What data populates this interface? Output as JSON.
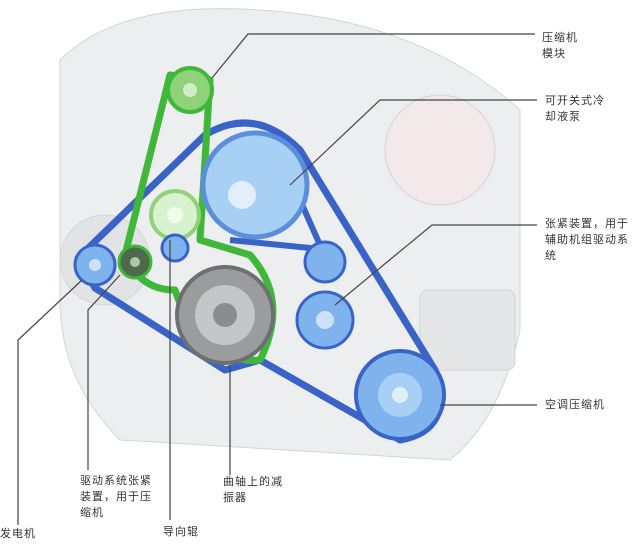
{
  "title": "辅助机组皮带驱动",
  "labels": {
    "compressor_module": [
      "压缩机",
      "模块"
    ],
    "coolant_pump": [
      "可开关式冷",
      "却液泵"
    ],
    "aux_tensioner": [
      "张紧装置，用于",
      "辅助机组驱动系",
      "统"
    ],
    "ac_compressor": [
      "空调压缩机"
    ],
    "crank_damper": [
      "曲轴上的减",
      "振器"
    ],
    "guide_roller": [
      "导向辊"
    ],
    "drive_tensioner": [
      "驱动系统张紧",
      "装置，用于压",
      "缩机"
    ],
    "generator": [
      "发电机"
    ]
  },
  "colors": {
    "blue_belt": "#3a63c8",
    "green_belt": "#3fb83a",
    "pulley_blue": "#8ec0f0",
    "leader": "#444444"
  }
}
